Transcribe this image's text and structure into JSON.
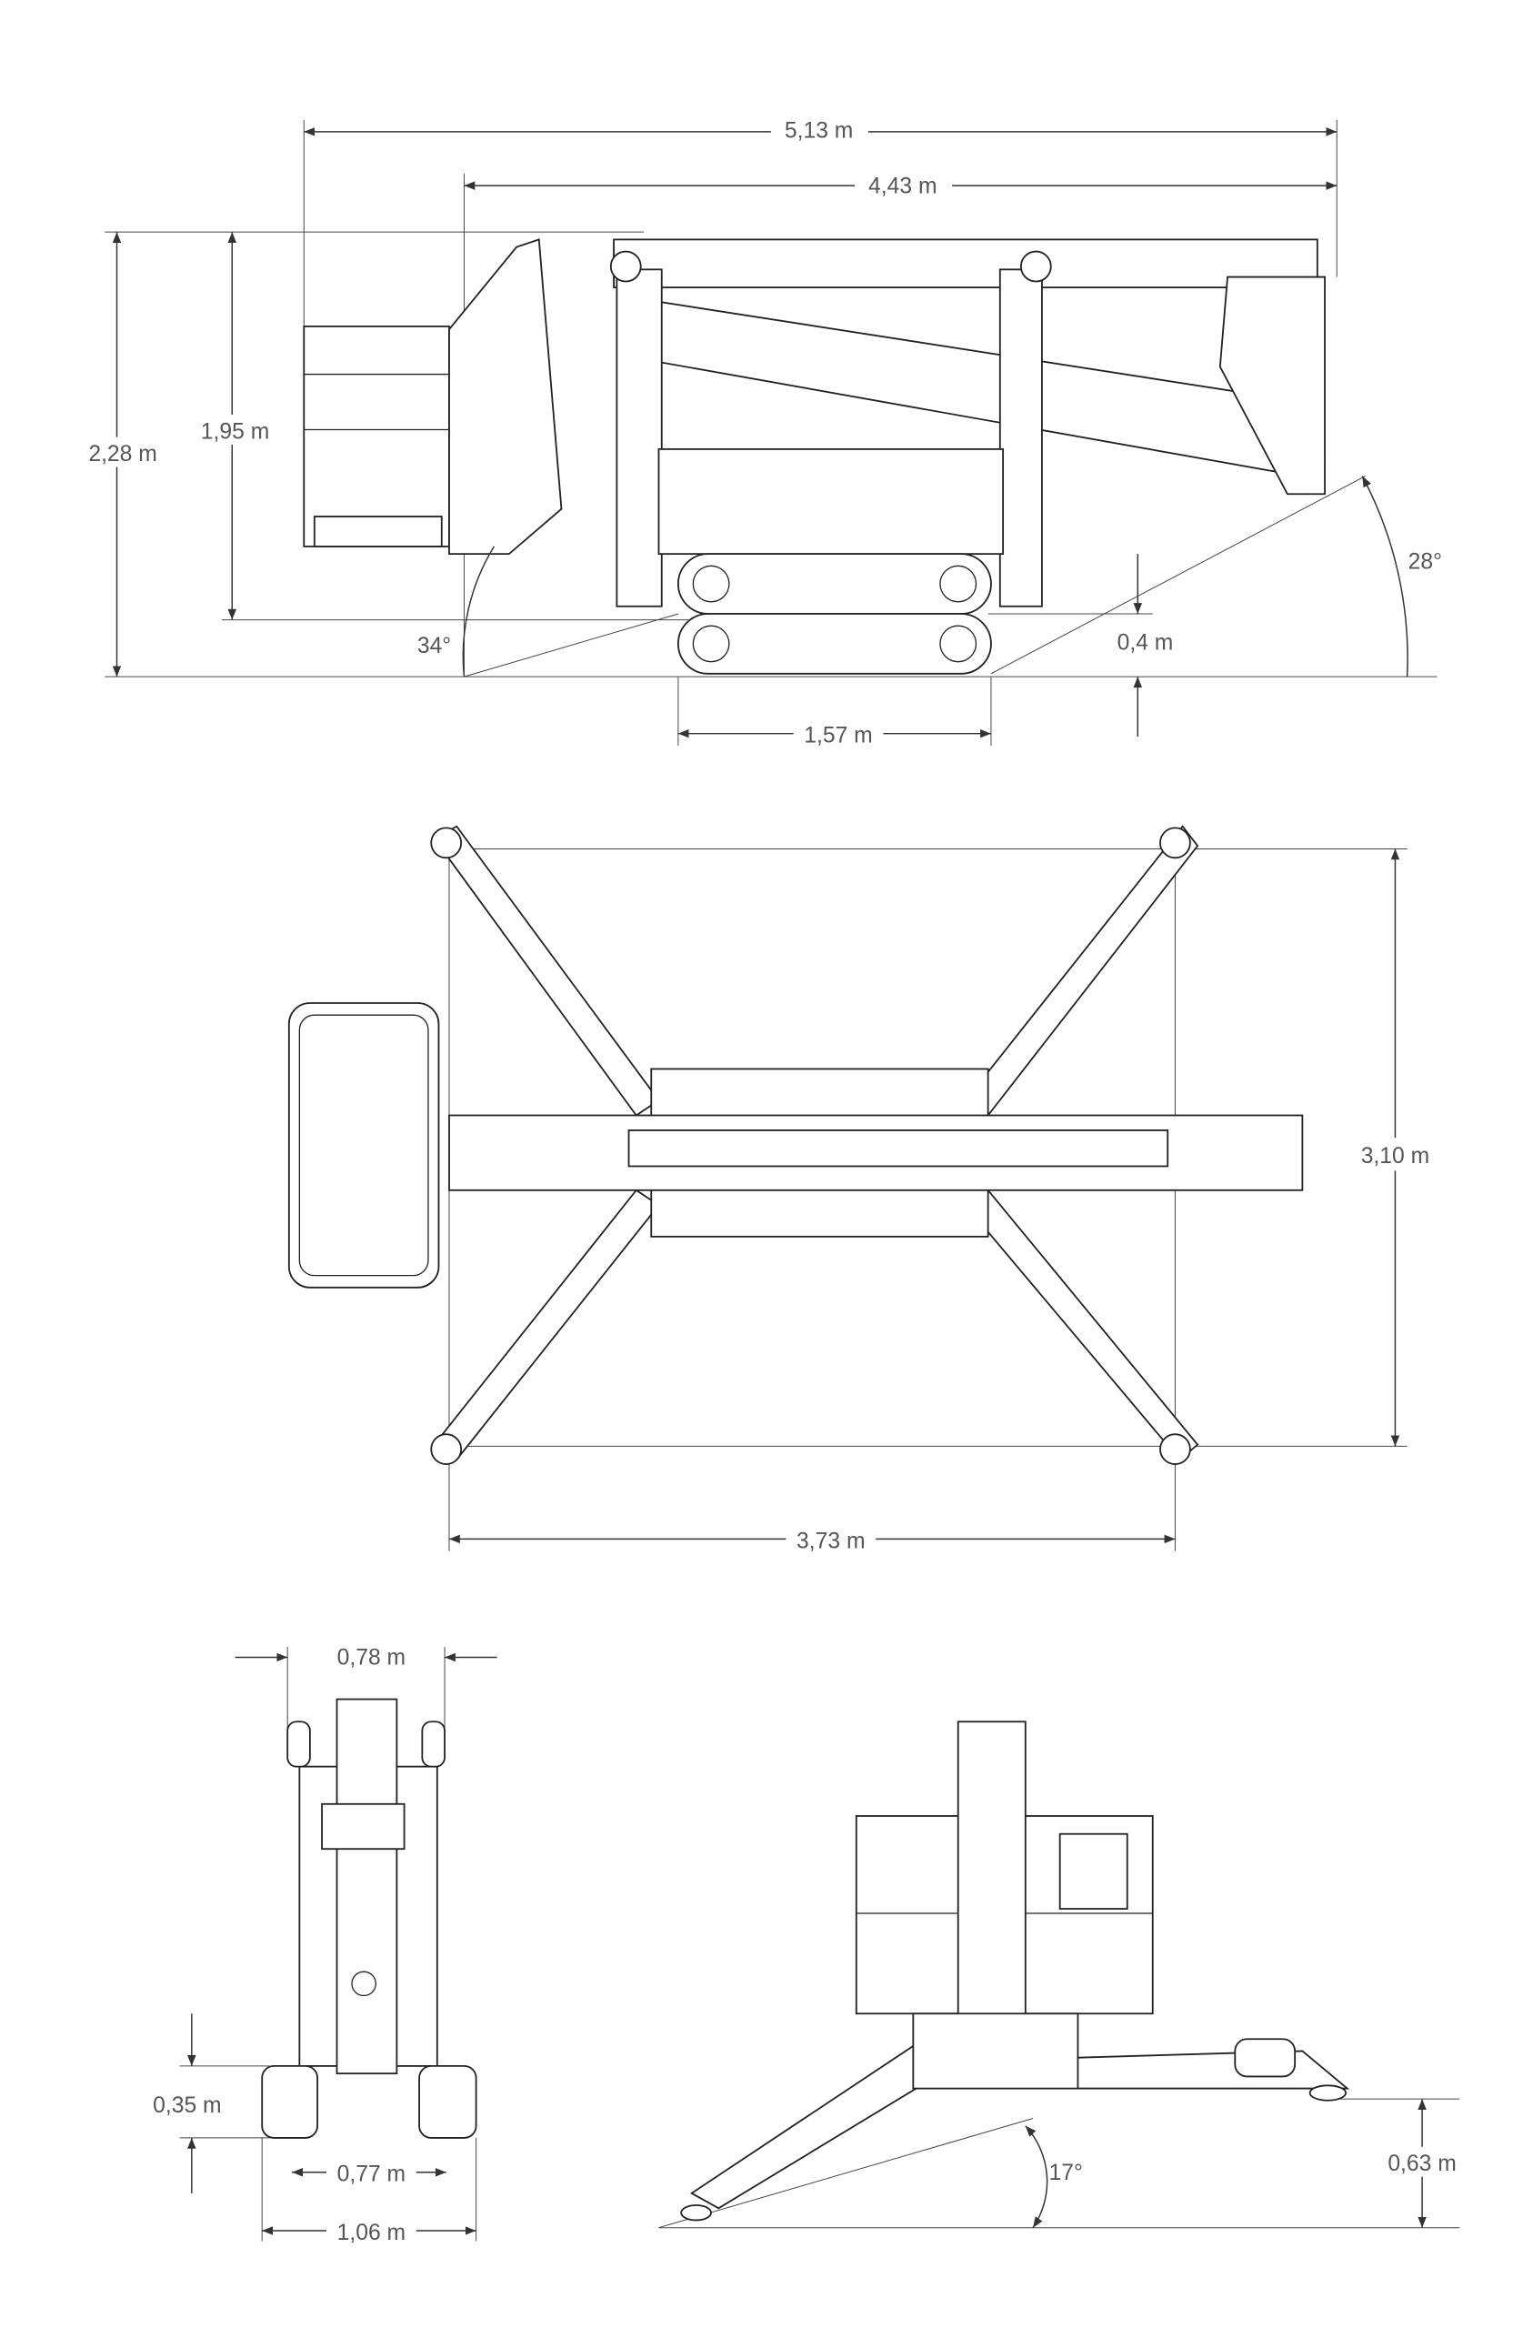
{
  "side_view": {
    "overall_length": "5,13 m",
    "stowed_length": "4,43 m",
    "overall_height": "2,28 m",
    "height_on_tracks": "1,95 m",
    "approach_angle": "34°",
    "departure_angle": "28°",
    "ground_clearance": "0,4 m",
    "track_length": "1,57 m"
  },
  "top_view": {
    "outrigger_width": "3,10 m",
    "outrigger_length": "3,73 m"
  },
  "front_view": {
    "width_top": "0,78 m",
    "track_height": "0,35 m",
    "track_width_min": "0,77 m",
    "track_width_max": "1,06 m"
  },
  "rear_view": {
    "slope_angle": "17°",
    "outrigger_lift": "0,63 m"
  },
  "colors": {
    "line": "#222222",
    "label": "#555555"
  }
}
